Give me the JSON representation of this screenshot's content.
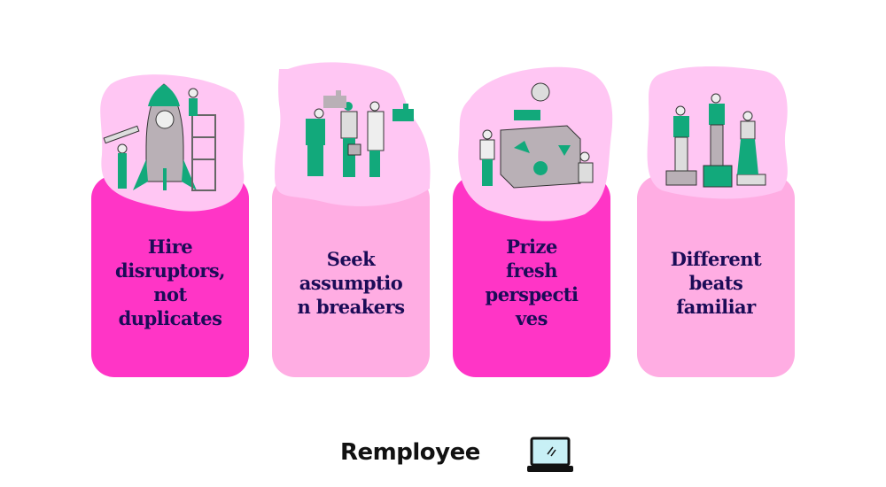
{
  "cards": [
    {
      "lines": [
        "Hire",
        "disruptors,",
        "not",
        "duplicates"
      ],
      "color": "#ff35c6",
      "illustration": "rocket-illustration"
    },
    {
      "lines": [
        "Seek",
        "assumptio",
        "n breakers"
      ],
      "color": "#ffade3",
      "illustration": "puzzle-team-illustration"
    },
    {
      "lines": [
        "Prize",
        "fresh",
        "perspecti",
        "ves"
      ],
      "color": "#ff35c6",
      "illustration": "cube-shapes-illustration"
    },
    {
      "lines": [
        "Different",
        "beats",
        "familiar"
      ],
      "color": "#ffade3",
      "illustration": "pedestals-illustration"
    }
  ],
  "colors": {
    "blob": "#ffc6f3",
    "text": "#1b0c57",
    "green": "#12a97b",
    "gray": "#b9b0b6"
  },
  "brand": {
    "name": "Remployee",
    "icon": "laptop-icon"
  }
}
